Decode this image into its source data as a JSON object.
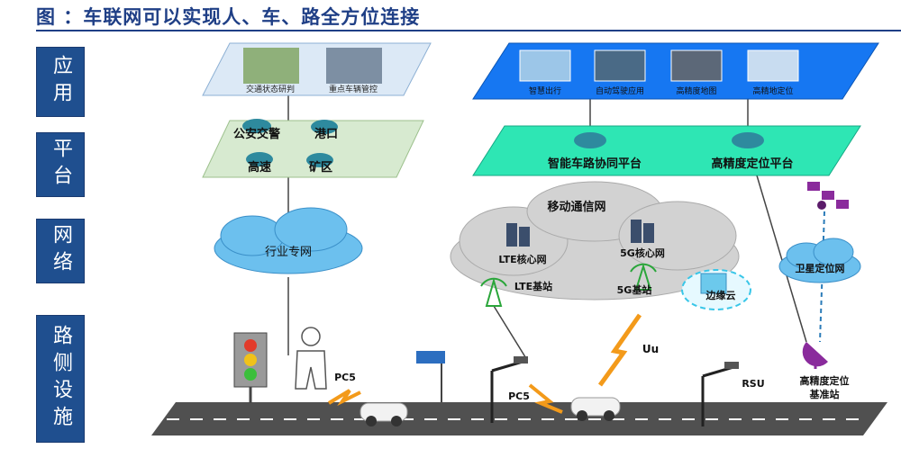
{
  "title": "图  ：车联网可以实现人、车、路全方位连接",
  "layers": [
    "应用",
    "平台",
    "网络",
    "路侧设施"
  ],
  "left": {
    "apps": [
      "交通状态研判",
      "重点车辆管控"
    ],
    "platform_nodes": [
      "公安交警",
      "港口",
      "高速",
      "矿区"
    ],
    "network": "行业专网"
  },
  "right": {
    "apps": [
      "智慧出行",
      "自动驾驶应用",
      "高精度地图",
      "高精地定位"
    ],
    "platforms": [
      "智能车路协同平台",
      "高精度定位平台"
    ],
    "mobile_network": "移动通信网",
    "lte_core": "LTE核心网",
    "core_5g": "5G核心网",
    "lte_station": "LTE基站",
    "station_5g": "5G基站",
    "edge_cloud": "边缘云",
    "satellite_network": "卫星定位网",
    "base_station": [
      "高精度定位",
      "基准站"
    ]
  },
  "road": {
    "pc5_a": "PC5",
    "pc5_b": "PC5",
    "uu": "Uu",
    "rsu": "RSU"
  }
}
